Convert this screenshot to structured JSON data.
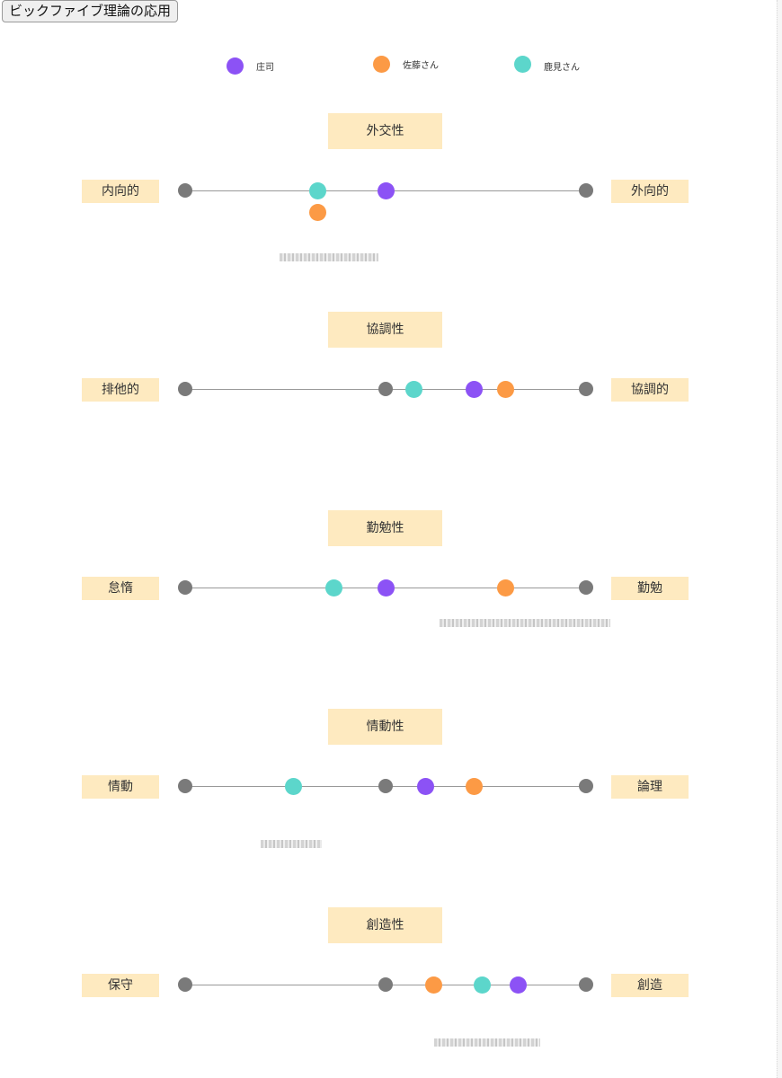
{
  "app": {
    "title_button": "ビックファイブ理論の応用"
  },
  "colors": {
    "shoji": "#8c52f5",
    "sato": "#fc9a45",
    "kagomi": "#5cd6cb",
    "anchor": "#7a7a7a",
    "label_bg": "#feeac0"
  },
  "legend": [
    {
      "key": "shoji",
      "name": "庄司"
    },
    {
      "key": "sato",
      "name": "佐藤さん"
    },
    {
      "key": "kagomi",
      "name": "鹿見さん"
    }
  ],
  "traits": [
    {
      "title": "外交性",
      "left_label": "内向的",
      "right_label": "外向的",
      "neutral_marker": false,
      "scores": {
        "shoji": 0.5,
        "sato": 0.33,
        "kagomi": 0.33
      }
    },
    {
      "title": "協調性",
      "left_label": "排他的",
      "right_label": "協調的",
      "neutral_marker": true,
      "scores": {
        "shoji": 0.72,
        "sato": 0.8,
        "kagomi": 0.57
      }
    },
    {
      "title": "勤勉性",
      "left_label": "怠惰",
      "right_label": "勤勉",
      "neutral_marker": false,
      "scores": {
        "shoji": 0.5,
        "sato": 0.8,
        "kagomi": 0.37
      }
    },
    {
      "title": "情動性",
      "left_label": "情動",
      "right_label": "論理",
      "neutral_marker": true,
      "scores": {
        "shoji": 0.6,
        "sato": 0.72,
        "kagomi": 0.27
      }
    },
    {
      "title": "創造性",
      "left_label": "保守",
      "right_label": "創造",
      "neutral_marker": true,
      "scores": {
        "shoji": 0.83,
        "sato": 0.62,
        "kagomi": 0.74
      }
    }
  ]
}
